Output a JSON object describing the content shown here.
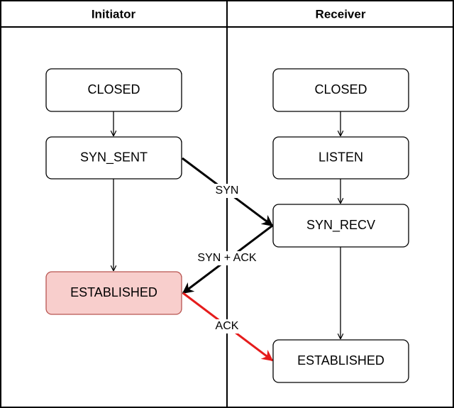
{
  "lanes": {
    "initiator": "Initiator",
    "receiver": "Receiver"
  },
  "states": {
    "initiator_closed": "CLOSED",
    "initiator_syn_sent": "SYN_SENT",
    "initiator_established": "ESTABLISHED",
    "receiver_closed": "CLOSED",
    "receiver_listen": "LISTEN",
    "receiver_syn_recv": "SYN_RECV",
    "receiver_established": "ESTABLISHED"
  },
  "messages": {
    "syn": "SYN",
    "syn_ack": "SYN + ACK",
    "ack": "ACK"
  },
  "colors": {
    "highlight_fill": "#f8cecc",
    "highlight_stroke": "#b85450",
    "ack_arrow": "#e51c1c"
  }
}
